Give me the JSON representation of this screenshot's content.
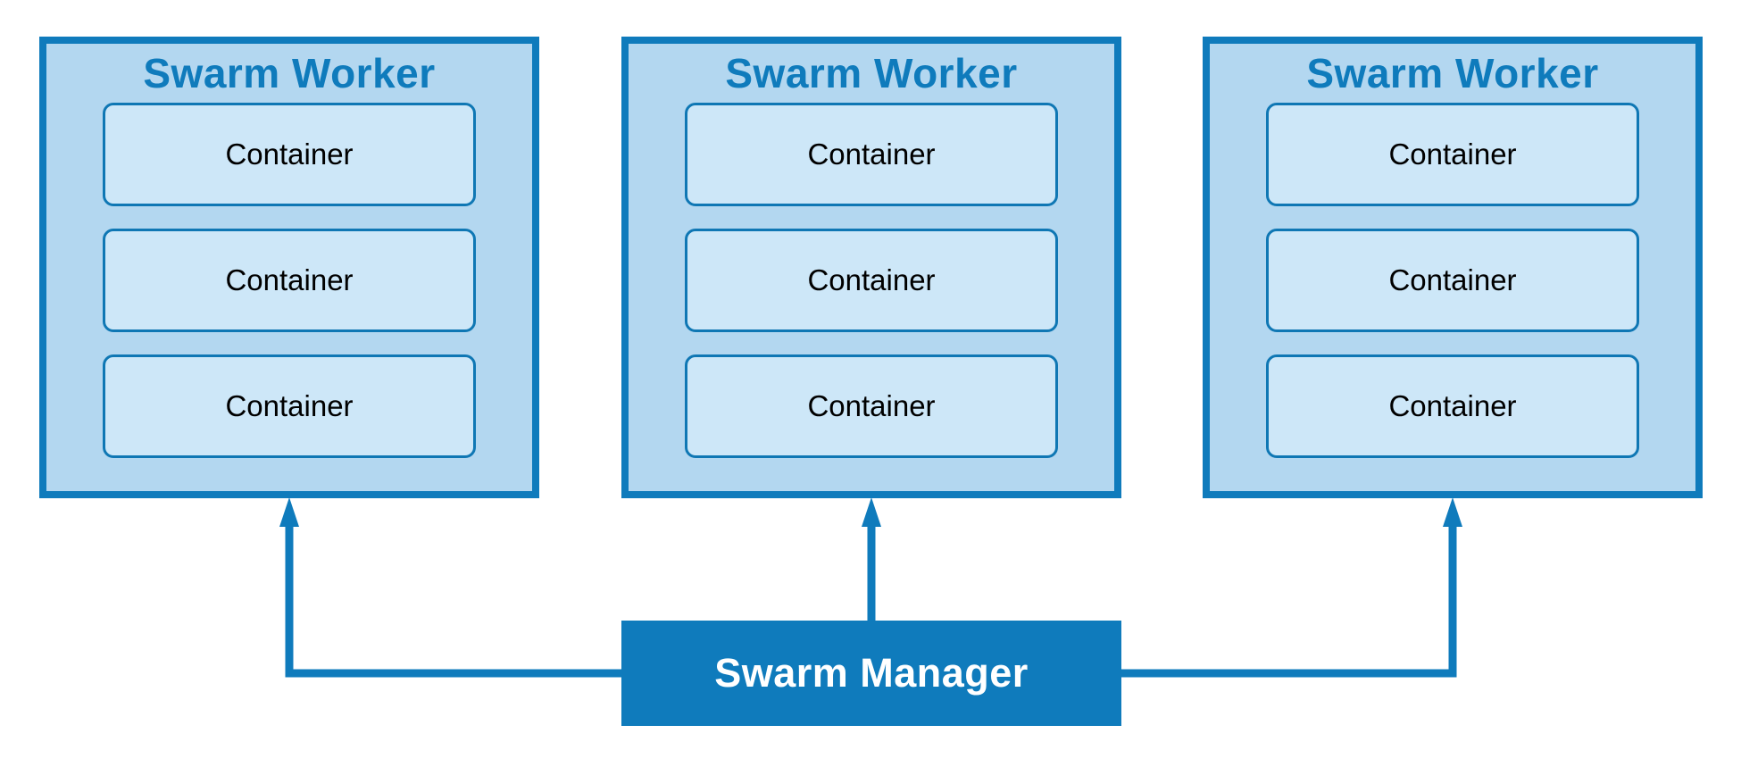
{
  "diagram": {
    "type": "architecture-diagram",
    "subject": "Docker Swarm cluster"
  },
  "colors": {
    "accent_blue": "#0f7bbc",
    "worker_fill": "#b3d7f0",
    "container_fill": "#cde7f8",
    "container_border": "#0f77b4",
    "worker_title_text": "#0f7bbc",
    "container_text": "#000000",
    "manager_fill": "#0f7bbc",
    "manager_text": "#ffffff",
    "background": "#ffffff"
  },
  "workers": [
    {
      "title": "Swarm Worker",
      "containers": [
        "Container",
        "Container",
        "Container"
      ]
    },
    {
      "title": "Swarm Worker",
      "containers": [
        "Container",
        "Container",
        "Container"
      ]
    },
    {
      "title": "Swarm Worker",
      "containers": [
        "Container",
        "Container",
        "Container"
      ]
    }
  ],
  "manager": {
    "label": "Swarm Manager"
  },
  "connections": [
    {
      "from": "swarm-manager",
      "to": "swarm-worker-1",
      "style": "orthogonal-arrow-up"
    },
    {
      "from": "swarm-manager",
      "to": "swarm-worker-2",
      "style": "straight-arrow-up"
    },
    {
      "from": "swarm-manager",
      "to": "swarm-worker-3",
      "style": "orthogonal-arrow-up"
    }
  ]
}
